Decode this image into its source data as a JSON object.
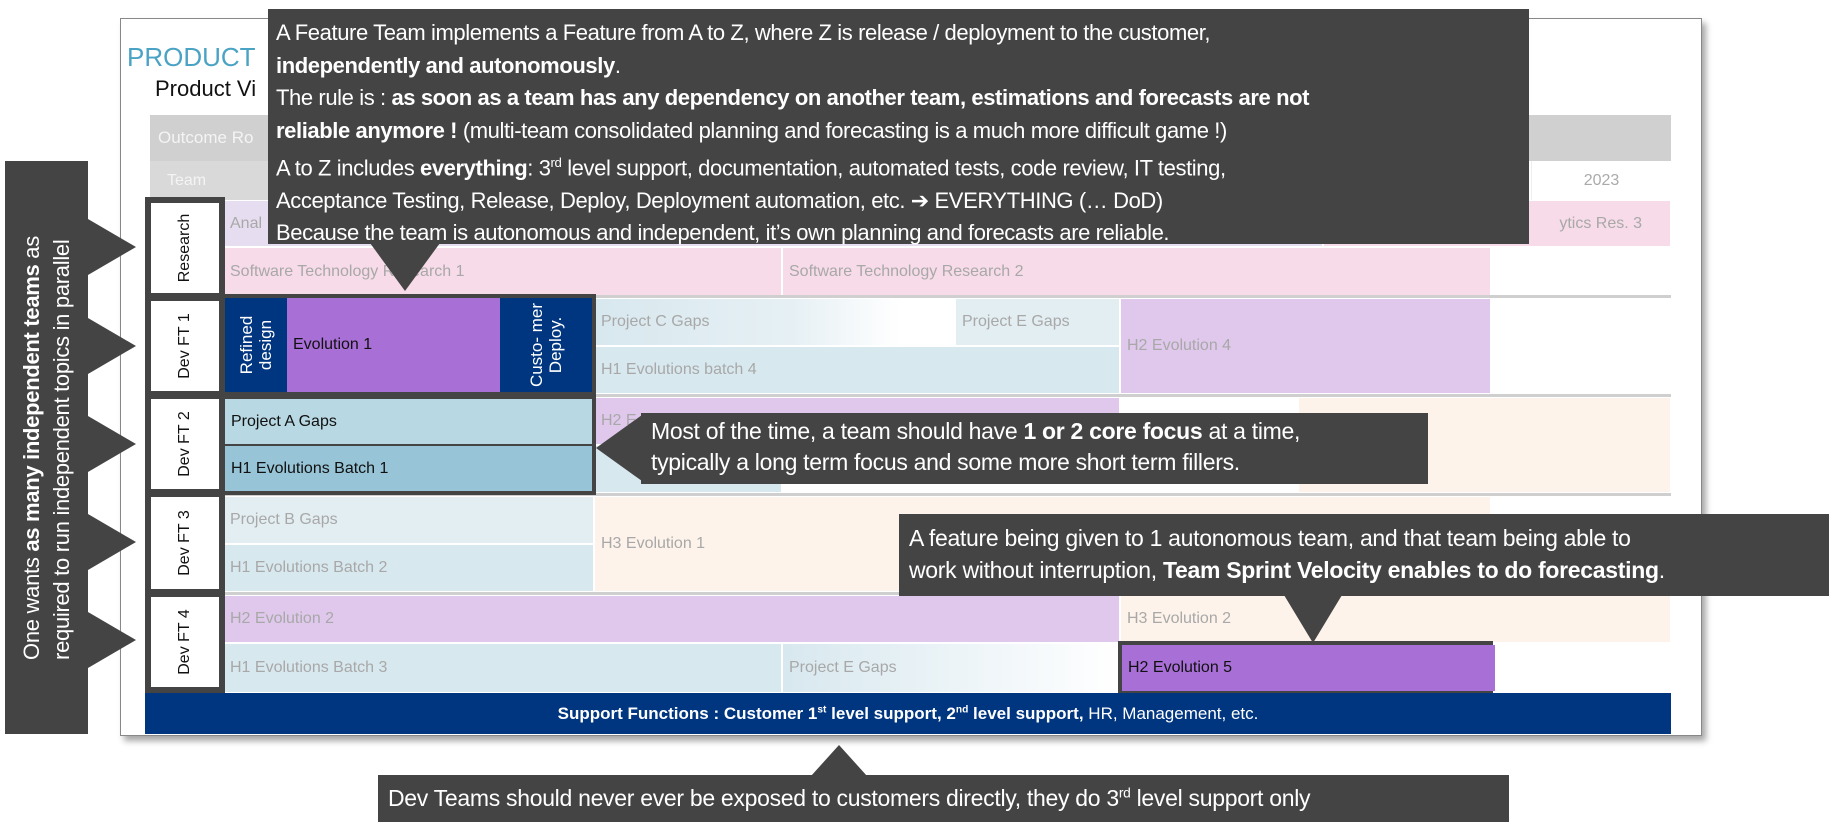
{
  "slide": {
    "title": "PRODUCT",
    "subtitle": "Product Vi"
  },
  "gantt": {
    "header_label": "Outcome Ro",
    "team_header": "Team",
    "year": "2023",
    "teams": [
      "Research",
      "Dev FT 1",
      "Dev FT 2",
      "Dev FT 3",
      "Dev FT 4"
    ],
    "bars": {
      "research_top_1": "Anal",
      "research_top_2": "ytics Res. 3",
      "research_bottom_1": "Software Technology Research 1",
      "research_bottom_2": "Software Technology Research 2",
      "ft1_refined": "Refined design",
      "ft1_evolution": "Evolution 1",
      "ft1_deploy": "Custo- mer Deploy.",
      "ft1_project_c": "Project C Gaps",
      "ft1_project_e": "Project E Gaps",
      "ft1_batch4": "H1 Evolutions batch 4",
      "ft1_h2_evo4": "H2 Evolution 4",
      "ft2_project_a": "Project A Gaps",
      "ft2_batch1": "H1 Evolutions Batch 1",
      "ft2_h2": "H2 E",
      "ft3_project_b": "Project B Gaps",
      "ft3_batch2": "H1 Evolutions Batch 2",
      "ft3_h3_evo1": "H3 Evolution 1",
      "ft4_h2_evo2": "H2 Evolution 2",
      "ft4_h3_evo2": "H3 Evolution 2",
      "ft4_batch3": "H1 Evolutions Batch 3",
      "ft4_project_e": "Project E Gaps",
      "ft4_h2_evo5": "H2 Evolution 5"
    },
    "support": {
      "bold_a": "Support Functions : Customer 1",
      "sup_a": "st",
      "bold_b": " level support, 2",
      "sup_b": "nd",
      "bold_c": " level support,",
      "normal": " HR, Management,  etc."
    }
  },
  "callouts": {
    "left": {
      "p1": "One wants ",
      "b1": "as many independent teams",
      "p2": " as",
      "line2": "required to run independent topics in parallel"
    },
    "top": {
      "l1": "A Feature Team implements a Feature from A to Z, where Z is release / deployment to the customer,",
      "l2b": "independently and autonomously",
      "l2e": ".",
      "l3a": "The rule is : ",
      "l3b": "as soon as a team has any dependency on another team, estimations and forecasts are not",
      "l4b": "reliable anymore !",
      "l4a": " (multi-team consolidated planning and forecasting is a much more difficult game !)",
      "l5a": "A to Z includes ",
      "l5b": "everything",
      "l5c": ": 3",
      "l5sup": "rd",
      "l5d": " level support, documentation, automated tests, code review, IT testing,",
      "l6": "Acceptance Testing, Release, Deploy, Deployment automation, etc. ➔ EVERYTHING (… DoD)",
      "l7": "Because the team is autonomous and independent, it’s own planning and forecasts are reliable."
    },
    "middle": {
      "a": "Most of the time, a team should have ",
      "b": "1 or 2 core focus",
      "c": " at a time,",
      "l2": "typically a long term focus and some more short term fillers."
    },
    "right": {
      "l1": "A feature being given to 1 autonomous team, and that team being able to",
      "a": "work without interruption, ",
      "b": "Team Sprint Velocity enables to do forecasting",
      "c": "."
    },
    "bottom": {
      "a": "Dev Teams should never ever be exposed to customers directly, they do 3",
      "sup": "rd",
      "b": " level support only"
    }
  },
  "colors": {
    "callout": "#444444",
    "navy": "#003580",
    "highlight_purple": "#a86fd6",
    "title_blue": "#4aa3c4"
  }
}
